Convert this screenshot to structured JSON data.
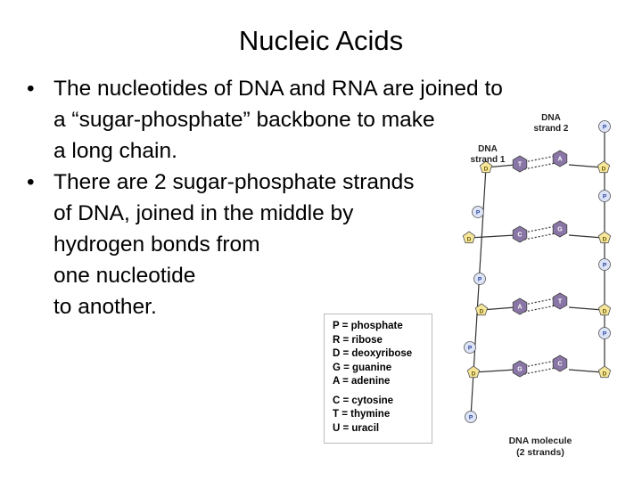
{
  "slide": {
    "title": "Nucleic Acids",
    "bullets": [
      {
        "marker": "•",
        "lines": [
          "The nucleotides of DNA and RNA are joined to",
          "a “sugar-phosphate” backbone to make",
          "a long chain."
        ]
      },
      {
        "marker": "•",
        "lines": [
          "There are 2 sugar-phosphate strands",
          "of DNA, joined in the middle by",
          "hydrogen bonds from",
          "one nucleotide",
          "to another."
        ]
      }
    ]
  },
  "legend": {
    "group1": [
      "P = phosphate",
      "R = ribose",
      "D = deoxyribose",
      "G = guanine",
      "A = adenine"
    ],
    "group2": [
      "C = cytosine",
      "T = thymine",
      "U = uracil"
    ]
  },
  "diagram": {
    "label_strand2": [
      "DNA",
      "strand 2"
    ],
    "label_strand1": [
      "DNA",
      "strand 1"
    ],
    "label_molecule": [
      "DNA molecule",
      "(2 strands)"
    ],
    "phosphate_symbol": "P",
    "sugar_symbol": "D",
    "base_pairs": [
      {
        "left": "T",
        "right": "A"
      },
      {
        "left": "C",
        "right": "G"
      },
      {
        "left": "A",
        "right": "T"
      },
      {
        "left": "G",
        "right": "C"
      }
    ],
    "colors": {
      "phosphate": "#dde4f7",
      "sugar": "#f5e69a",
      "base": "#8a76a6",
      "backbone": "#333333"
    }
  }
}
